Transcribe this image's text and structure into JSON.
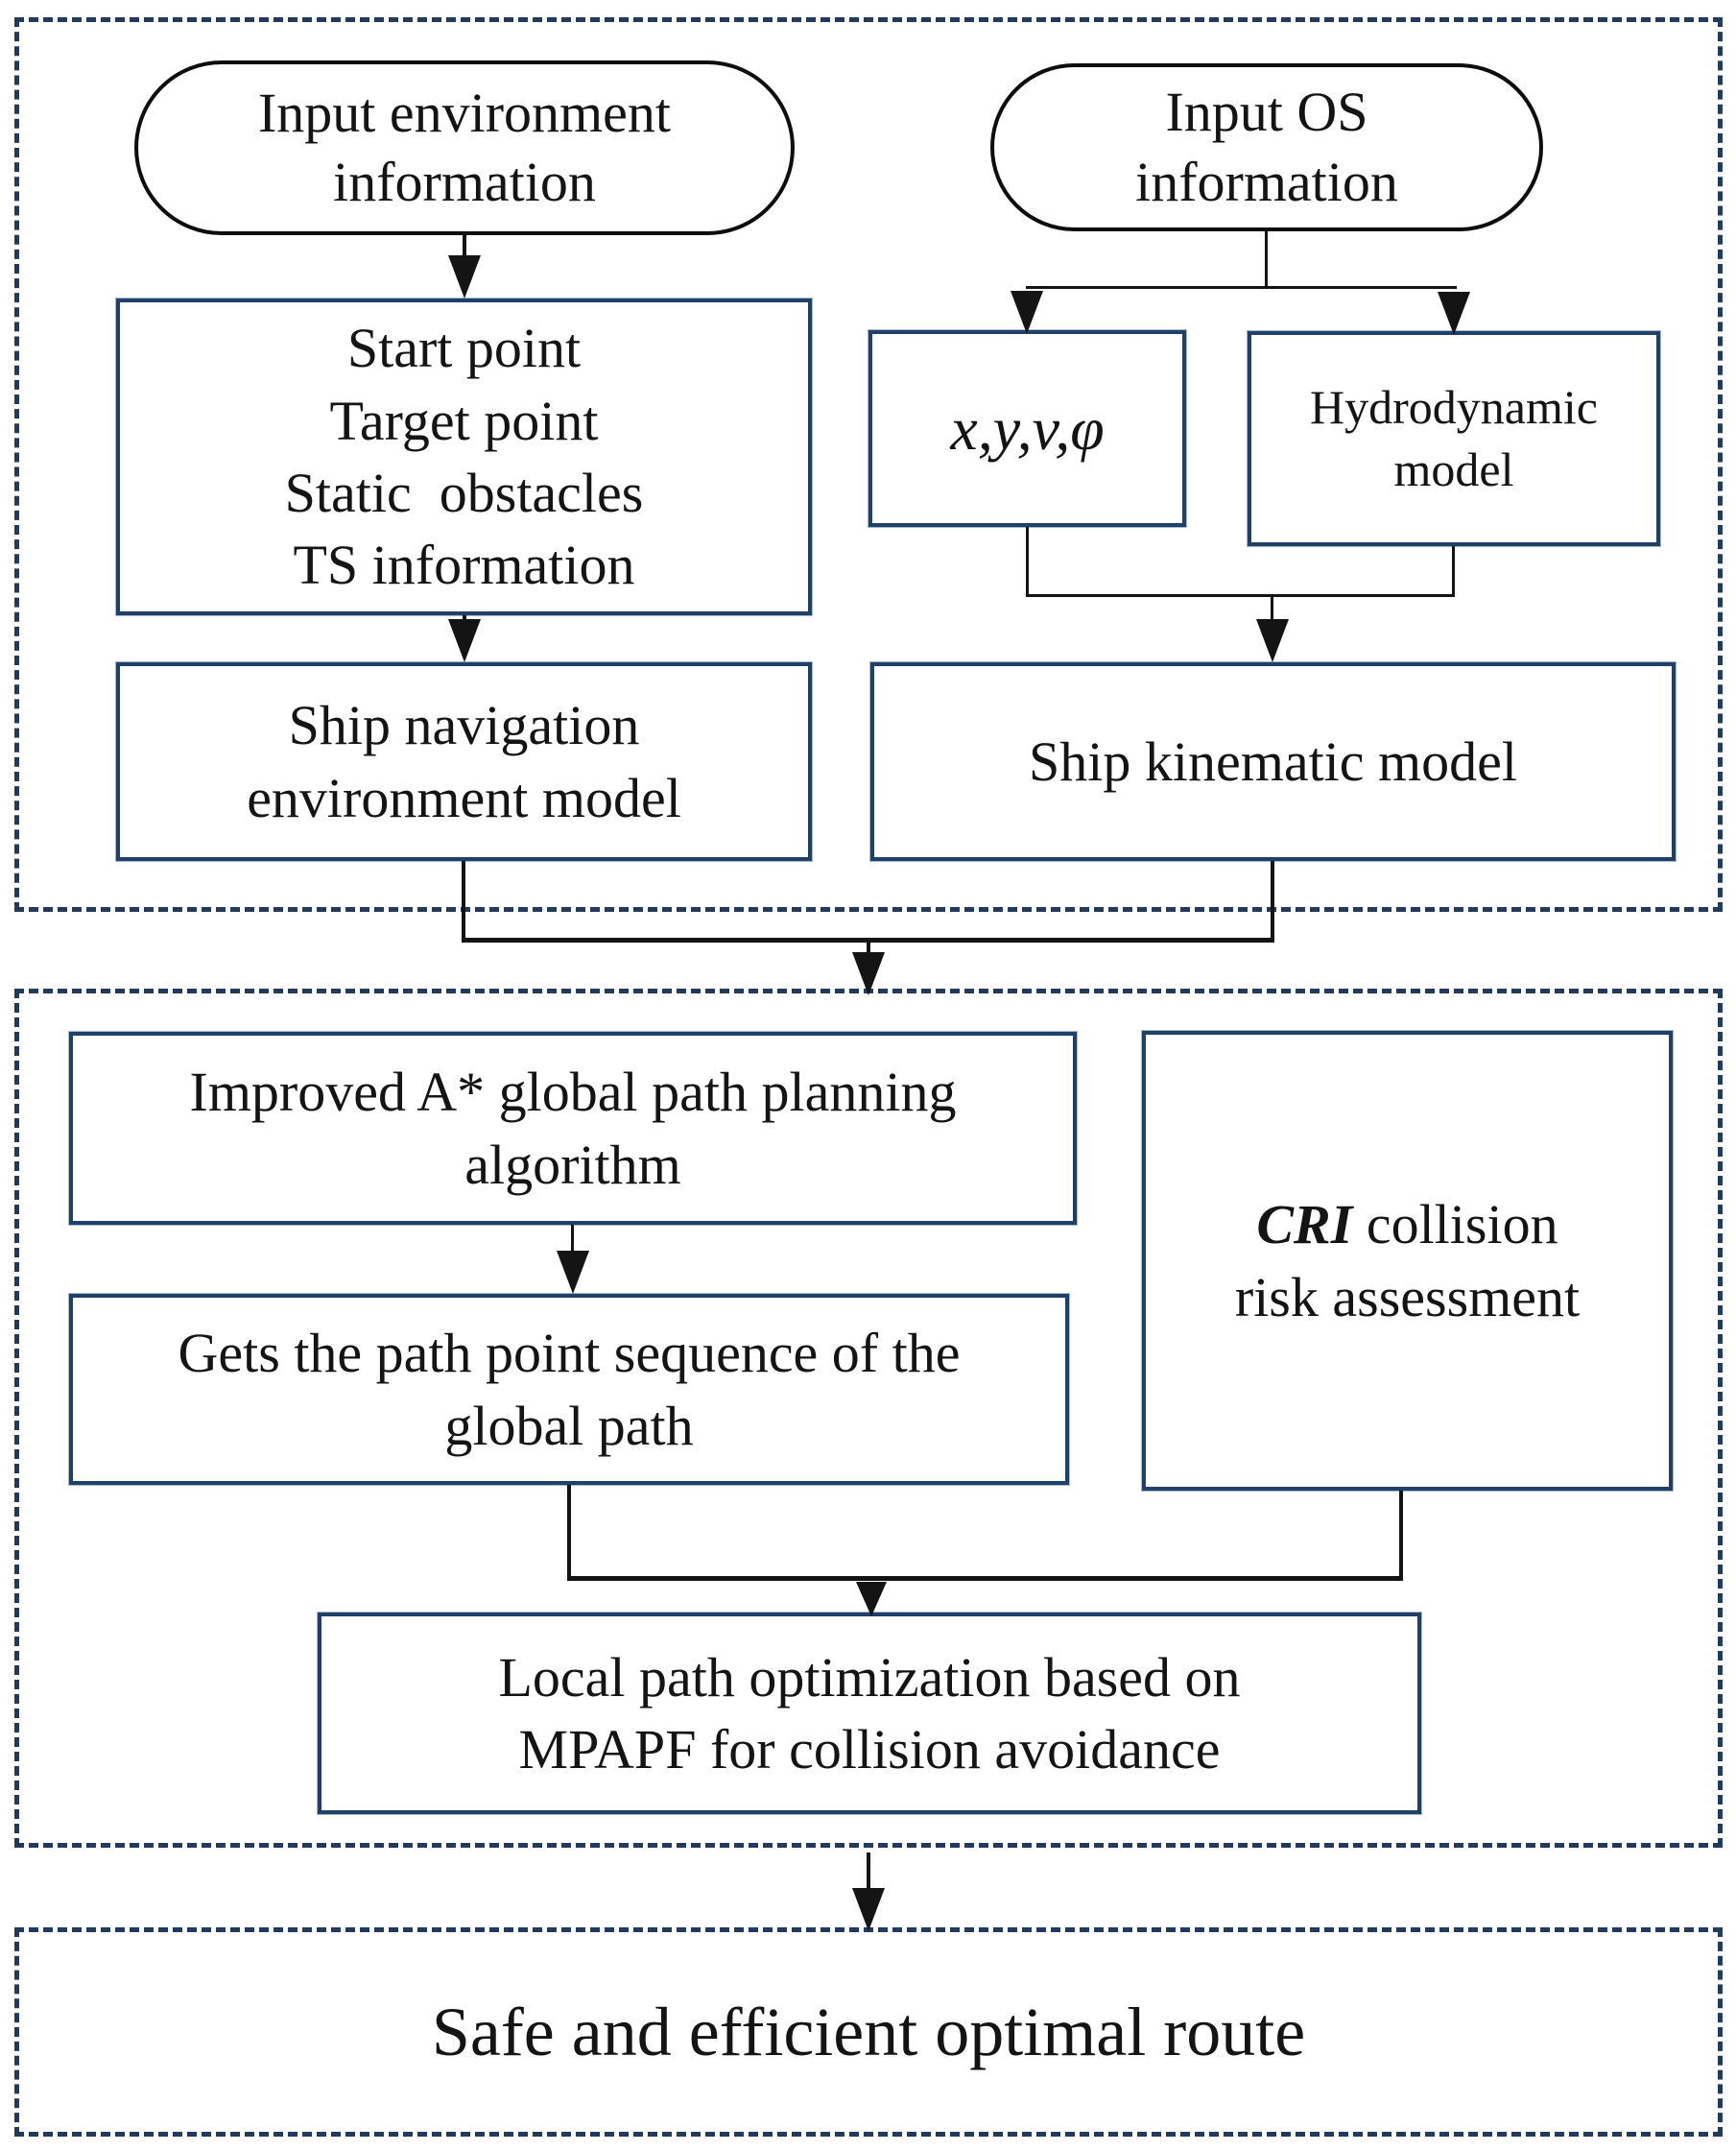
{
  "colors": {
    "dashed_border": "#223a5e",
    "box_border": "#1f4068",
    "terminator_border": "#0d0d0d",
    "connector": "#141414",
    "text": "#141414",
    "background": "#ffffff"
  },
  "nodes": {
    "input_env": {
      "line1": "Input environment",
      "line2": "information"
    },
    "env_inputs": {
      "line1": "Start point",
      "line2": "Target point",
      "line3": "Static  obstacles",
      "line4": "TS information"
    },
    "nav_env_model": {
      "line1": "Ship navigation",
      "line2": "environment model"
    },
    "input_os": {
      "line1": "Input OS",
      "line2": "information"
    },
    "os_state": {
      "label": "x,y,v,φ"
    },
    "hydrodynamic": {
      "line1": "Hydrodynamic",
      "line2": "model"
    },
    "kinematic": {
      "label": "Ship kinematic model"
    },
    "improved_astar": {
      "line1": "Improved A* global path planning",
      "line2": "algorithm"
    },
    "path_sequence": {
      "line1": "Gets the path point sequence of the",
      "line2": "global path"
    },
    "cri": {
      "emph": "CRI",
      "line1_rest": " collision",
      "line2": "risk assessment"
    },
    "local_path": {
      "line1": "Local path optimization based on",
      "line2": "MPAPF for collision avoidance"
    },
    "optimal_route": {
      "label": "Safe and efficient optimal route"
    }
  }
}
